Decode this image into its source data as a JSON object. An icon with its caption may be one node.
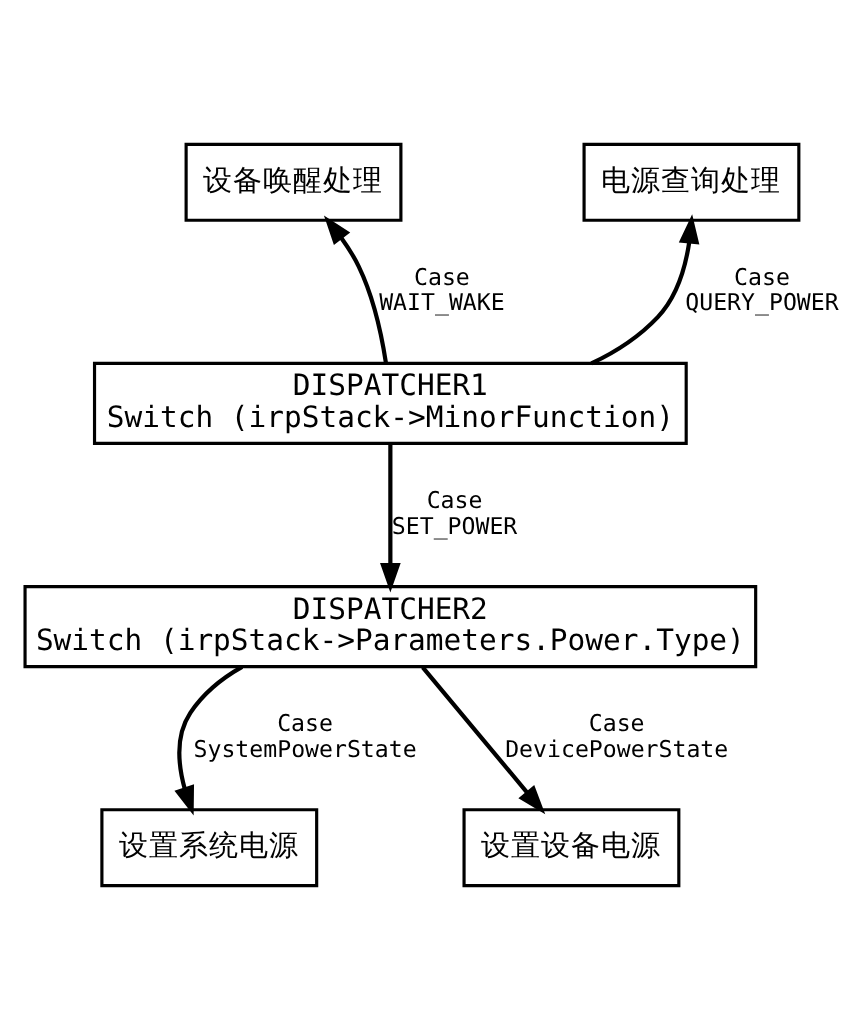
{
  "diagram": {
    "nodes": [
      {
        "text": [
          "设备唤醒处理"
        ]
      },
      {
        "text": [
          "电源查询处理"
        ]
      },
      {
        "text": [
          "DISPATCHER1",
          "Switch (irpStack->MinorFunction)"
        ]
      },
      {
        "text": [
          "DISPATCHER2",
          "Switch (irpStack->Parameters.Power.Type)"
        ]
      },
      {
        "text": [
          "设置系统电源"
        ]
      },
      {
        "text": [
          "设置设备电源"
        ]
      }
    ],
    "edges": [
      {
        "from": 2,
        "to": 0,
        "arrow": "to",
        "label": "Case WAIT_WAKE"
      },
      {
        "from": 2,
        "to": 1,
        "arrow": "to",
        "label": "Case QUERY_POWER"
      },
      {
        "from": 2,
        "to": 3,
        "arrow": "to",
        "label": "Case SET_POWER"
      },
      {
        "from": 3,
        "to": 4,
        "arrow": "to",
        "label": "Case SystemPowerState"
      },
      {
        "from": 3,
        "to": 5,
        "arrow": "to",
        "label": "Case DevicePowerState"
      }
    ]
  }
}
